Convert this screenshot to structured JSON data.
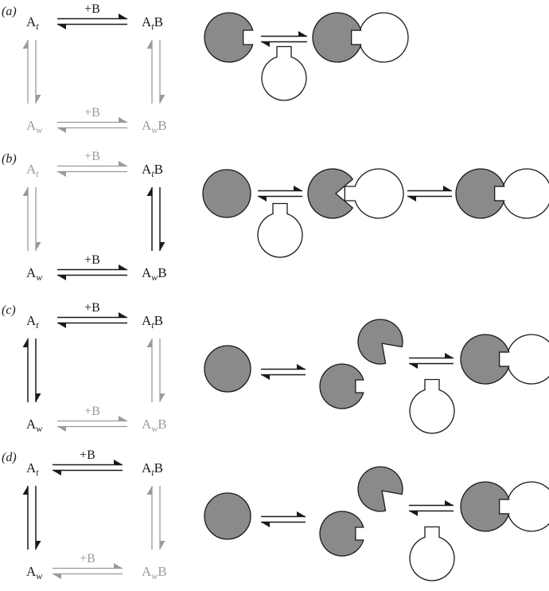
{
  "colors": {
    "black": "#1a1a1a",
    "gray": "#9a9a9a",
    "protein_fill": "#8a8a8a",
    "ligand_fill": "#ffffff"
  },
  "panels": [
    {
      "label": "(a)",
      "label_letter": "a",
      "top_left": {
        "base": "A",
        "sub": "t"
      },
      "top_right": {
        "base": "A",
        "sub": "t",
        "suffix": "B"
      },
      "bottom_left": {
        "base": "A",
        "sub": "w"
      },
      "bottom_right": {
        "base": "A",
        "sub": "w",
        "suffix": "B"
      },
      "top_arrow_label": "+B",
      "bottom_arrow_label": "+B",
      "highlighted_edges": [
        "top"
      ],
      "scheme": "lock-and-key"
    },
    {
      "label": "(b)",
      "label_letter": "b",
      "top_left": {
        "base": "A",
        "sub": "t"
      },
      "top_right": {
        "base": "A",
        "sub": "t",
        "suffix": "B"
      },
      "bottom_left": {
        "base": "A",
        "sub": "w"
      },
      "bottom_right": {
        "base": "A",
        "sub": "w",
        "suffix": "B"
      },
      "top_arrow_label": "+B",
      "bottom_arrow_label": "+B",
      "highlighted_edges": [
        "bottom",
        "right"
      ],
      "scheme": "induced-fit"
    },
    {
      "label": "(c)",
      "label_letter": "c",
      "top_left": {
        "base": "A",
        "sub": "t"
      },
      "top_right": {
        "base": "A",
        "sub": "t",
        "suffix": "B"
      },
      "bottom_left": {
        "base": "A",
        "sub": "w"
      },
      "bottom_right": {
        "base": "A",
        "sub": "w",
        "suffix": "B"
      },
      "top_arrow_label": "+B",
      "bottom_arrow_label": "+B",
      "highlighted_edges": [
        "top",
        "left"
      ],
      "scheme": "conformational-selection"
    },
    {
      "label": "(d)",
      "label_letter": "d",
      "top_left": {
        "base": "A",
        "sub": "t"
      },
      "top_right": {
        "base": "A",
        "sub": "t",
        "suffix": "B"
      },
      "bottom_left": {
        "base": "A",
        "sub": "w"
      },
      "bottom_right": {
        "base": "A",
        "sub": "w",
        "suffix": "B"
      },
      "top_arrow_label": "+B",
      "bottom_arrow_label": "+B",
      "highlighted_edges": [
        "top",
        "left"
      ],
      "scheme": "conformational-selection"
    }
  ]
}
